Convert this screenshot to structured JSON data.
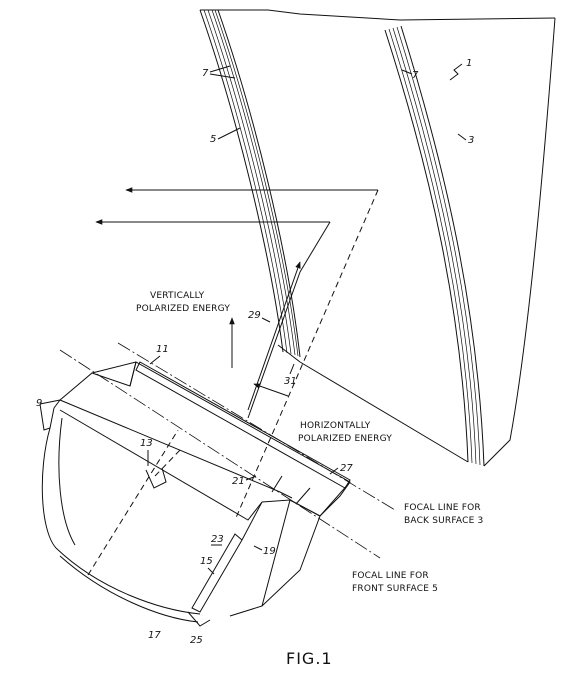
{
  "caption": "FIG.1",
  "labels": {
    "vertical_energy": [
      "VERTICALLY",
      "POLARIZED ENERGY"
    ],
    "horizontal_energy": [
      "HORIZONTALLY",
      "POLARIZED ENERGY"
    ],
    "focal_back": [
      "FOCAL LINE FOR",
      "BACK SURFACE 3"
    ],
    "focal_front": [
      "FOCAL LINE FOR",
      "FRONT SURFACE 5"
    ]
  },
  "refs": {
    "r1": "1",
    "r3": "3",
    "r5": "5",
    "r7a": "7",
    "r7b": "7",
    "r9": "9",
    "r11": "11",
    "r13": "13",
    "r15": "15",
    "r17": "17",
    "r19": "19",
    "r21": "21",
    "r23": "23",
    "r25": "25",
    "r27": "27",
    "r29": "29",
    "r31": "31"
  }
}
